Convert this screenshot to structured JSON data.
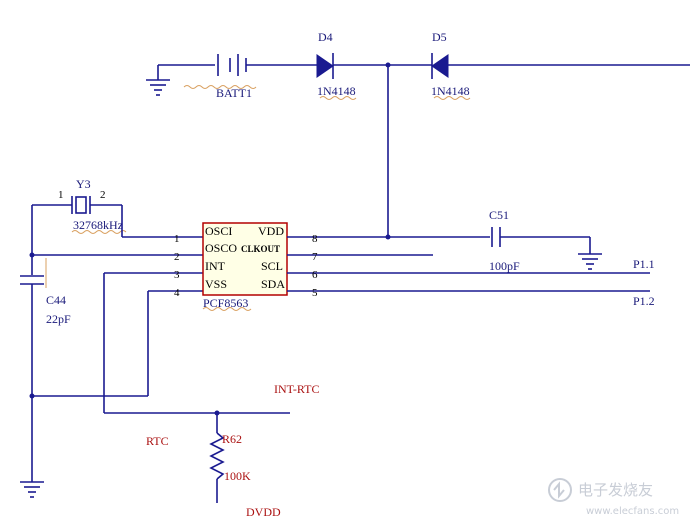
{
  "battery": {
    "label": "BATT1"
  },
  "diode_d4": {
    "ref": "D4",
    "part": "1N4148"
  },
  "diode_d5": {
    "ref": "D5",
    "part": "1N4148"
  },
  "crystal": {
    "ref": "Y3",
    "freq": "32768kHz",
    "pin1": "1",
    "pin2": "2"
  },
  "cap_c51": {
    "ref": "C51",
    "value": "100pF"
  },
  "cap_c44": {
    "ref": "C44",
    "value": "22pF"
  },
  "ic": {
    "part": "PCF8563",
    "left_pins": [
      {
        "num": "1",
        "name": "OSCI"
      },
      {
        "num": "2",
        "name": "OSCO"
      },
      {
        "num": "3",
        "name": "INT"
      },
      {
        "num": "4",
        "name": "VSS"
      }
    ],
    "right_pins": [
      {
        "num": "8",
        "name": "VDD"
      },
      {
        "num": "7",
        "name": "CLKOUT"
      },
      {
        "num": "6",
        "name": "SCL"
      },
      {
        "num": "5",
        "name": "SDA"
      }
    ]
  },
  "nets": {
    "p11": "P1.1",
    "p12": "P1.2",
    "int_rtc": "INT-RTC",
    "rtc": "RTC",
    "dvdd": "DVDD"
  },
  "resistor_r62": {
    "ref": "R62",
    "value": "100K"
  },
  "watermark": {
    "text": "电子发烧友",
    "site": "www.elecfans.com"
  },
  "colors": {
    "wire": "#1a1a90",
    "chip_fill": "#ffffe6",
    "chip_border": "#b30000",
    "net_label": "#aa1111"
  }
}
